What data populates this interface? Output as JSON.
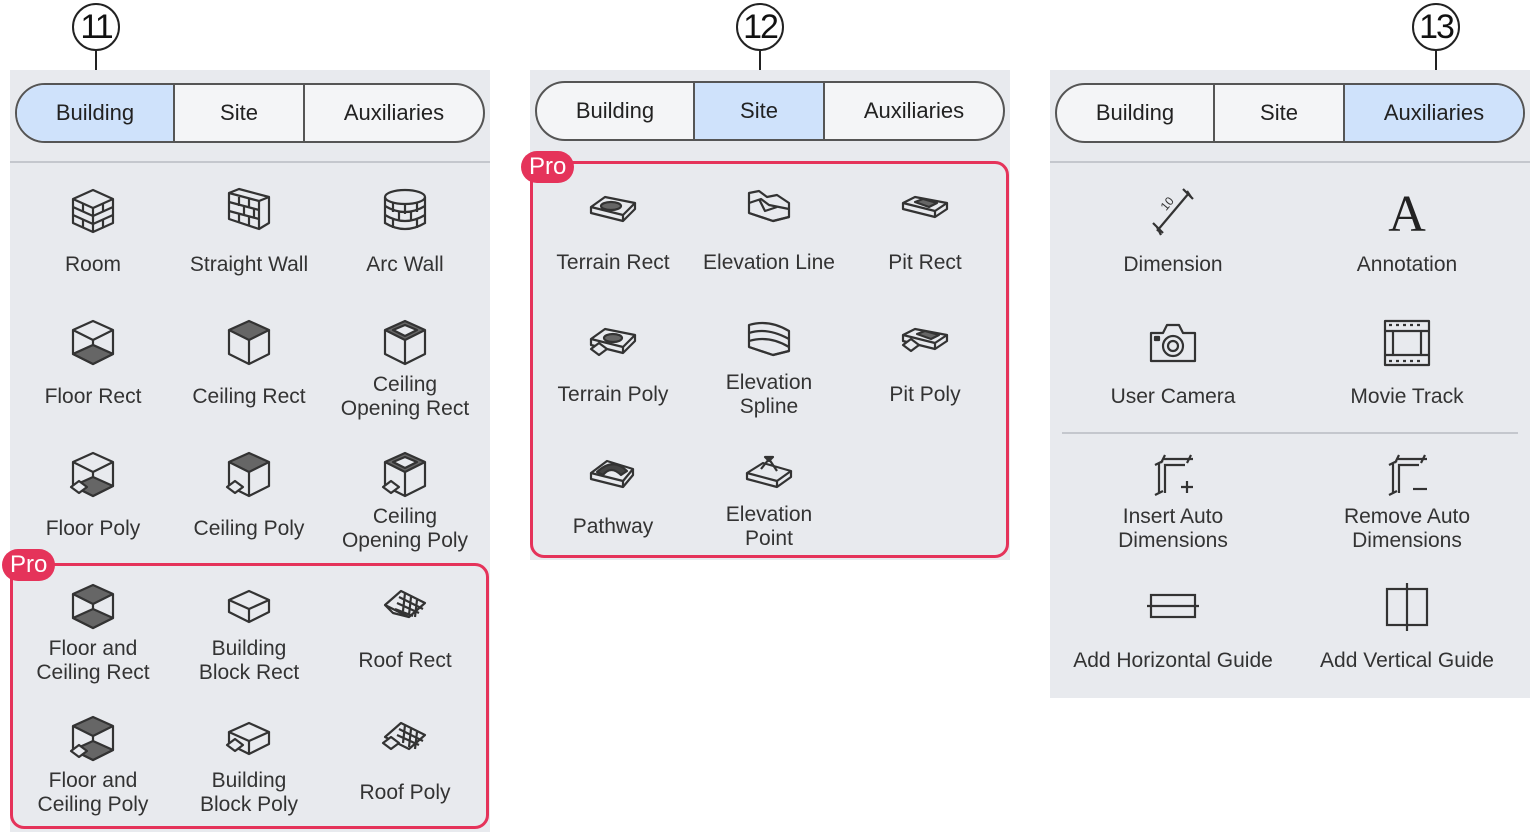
{
  "callouts": {
    "p11": "11",
    "p12": "12",
    "p13": "13"
  },
  "tabs": {
    "building": "Building",
    "site": "Site",
    "auxiliaries": "Auxiliaries"
  },
  "pro": "Pro",
  "building_tools": {
    "room": "Room",
    "straight_wall": "Straight Wall",
    "arc_wall": "Arc Wall",
    "floor_rect": "Floor Rect",
    "ceiling_rect": "Ceiling Rect",
    "ceiling_opening_rect": "Ceiling\nOpening Rect",
    "floor_poly": "Floor Poly",
    "ceiling_poly": "Ceiling Poly",
    "ceiling_opening_poly": "Ceiling\nOpening Poly",
    "floor_ceiling_rect": "Floor and\nCeiling Rect",
    "building_block_rect": "Building\nBlock Rect",
    "roof_rect": "Roof Rect",
    "floor_ceiling_poly": "Floor and\nCeiling Poly",
    "building_block_poly": "Building\nBlock Poly",
    "roof_poly": "Roof Poly"
  },
  "site_tools": {
    "terrain_rect": "Terrain Rect",
    "elevation_line": "Elevation Line",
    "pit_rect": "Pit Rect",
    "terrain_poly": "Terrain Poly",
    "elevation_spline": "Elevation\nSpline",
    "pit_poly": "Pit Poly",
    "pathway": "Pathway",
    "elevation_point": "Elevation\nPoint"
  },
  "aux_tools": {
    "dimension": "Dimension",
    "annotation": "Annotation",
    "user_camera": "User Camera",
    "movie_track": "Movie Track",
    "insert_auto_dimensions": "Insert Auto\nDimensions",
    "remove_auto_dimensions": "Remove Auto\nDimensions",
    "add_horizontal_guide": "Add Horizontal Guide",
    "add_vertical_guide": "Add Vertical Guide"
  },
  "icon_glyphs": {
    "annotation": "A",
    "dimension_text": "10"
  },
  "colors": {
    "panel": "#e8eaee",
    "active_tab": "#cfe2fb",
    "pro": "#e5335a"
  }
}
